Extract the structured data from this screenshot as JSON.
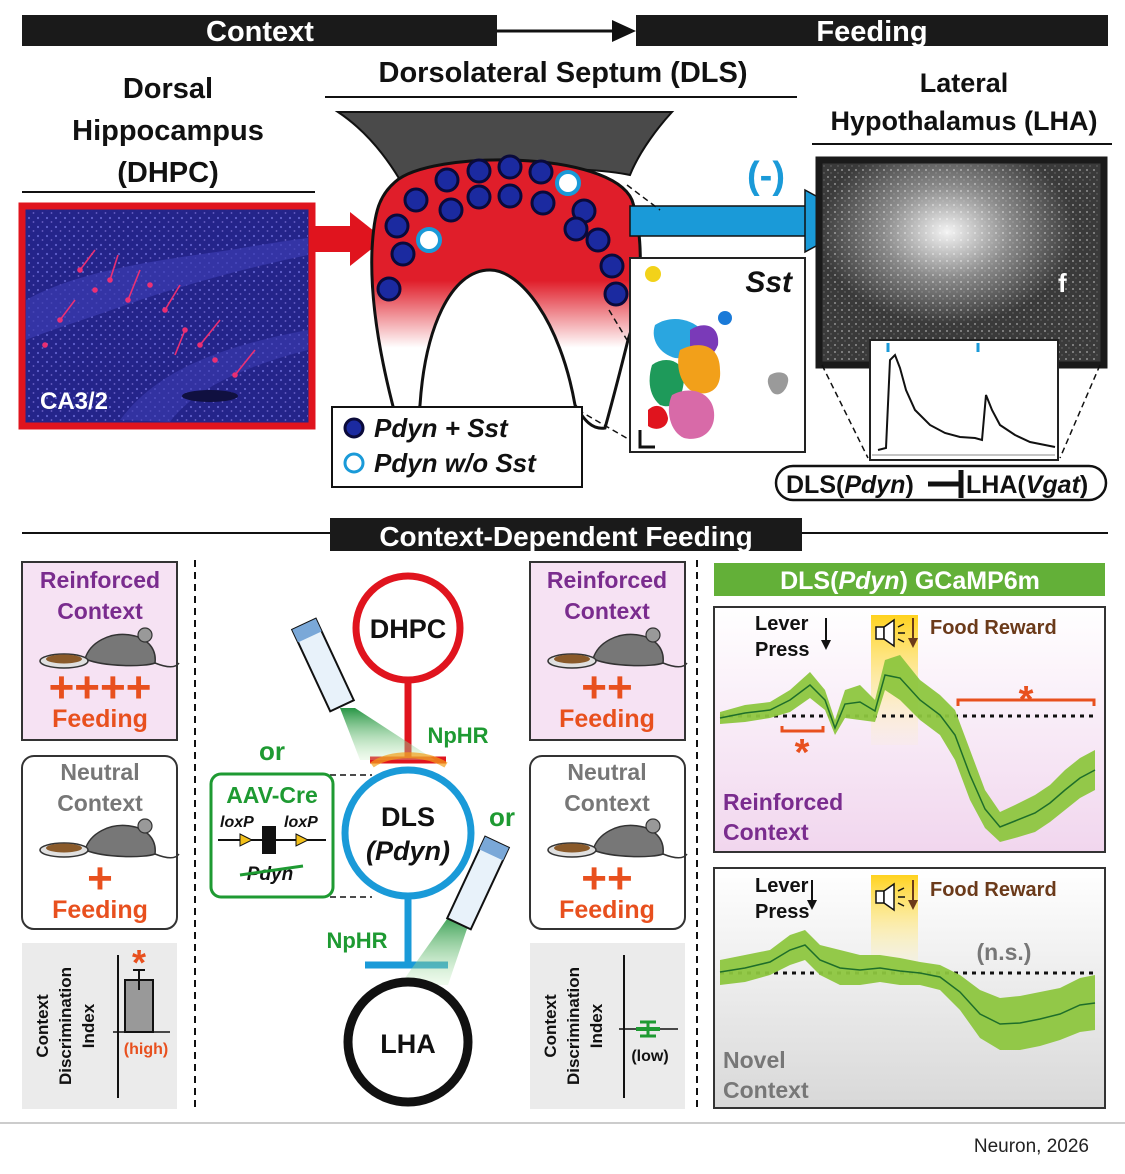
{
  "header": {
    "left_label": "Context",
    "right_label": "Feeding"
  },
  "regions": {
    "dhpc_title": [
      "Dorsal",
      "Hippocampus",
      "(DHPC)"
    ],
    "dls_title": "Dorsolateral Septum (DLS)",
    "lha_title": [
      "Lateral",
      "Hypothalamus (LHA)"
    ]
  },
  "top_panel": {
    "ca_label": "CA3/2",
    "inhibition_sign": "(-)",
    "sst_label": "Sst",
    "lha_image_label": "f",
    "legend_pdyn_sst": "Pdyn + Sst",
    "legend_pdyn_wo_sst": "Pdyn w/o Sst",
    "circuit_label_parts": [
      "DLS(",
      "Pdyn",
      ")",
      "LHA(",
      "Vgat",
      ")"
    ]
  },
  "section2_title": "Context-Dependent Feeding",
  "left_column": {
    "reinforced": [
      "Reinforced",
      "Context"
    ],
    "reinforced_plus": "++++",
    "feeding": "Feeding",
    "neutral": [
      "Neutral",
      "Context"
    ],
    "neutral_plus": "+",
    "index_label": [
      "Context",
      "Discrimination",
      "Index"
    ],
    "star": "*",
    "high": "(high)"
  },
  "middle_column": {
    "dhpc": "DHPC",
    "dls": "DLS",
    "pdyn": "(Pdyn)",
    "lha": "LHA",
    "nphr_top": "NpHR",
    "nphr_bottom": "NpHR",
    "or_left": "or",
    "or_right": "or",
    "aav": "AAV-Cre",
    "loxp_left": "loxP",
    "loxp_right": "loxP",
    "pdyn_gene": "Pdyn"
  },
  "right_column": {
    "reinforced": [
      "Reinforced",
      "Context"
    ],
    "reinforced_plus": "++",
    "feeding": "Feeding",
    "neutral": [
      "Neutral",
      "Context"
    ],
    "neutral_plus": "++",
    "index_label": [
      "Context",
      "Discrimination",
      "Index"
    ],
    "low": "(low)"
  },
  "traces": {
    "title_parts": [
      "DLS(",
      "Pdyn",
      ") GCaMP6m"
    ],
    "lever": [
      "Lever",
      "Press"
    ],
    "food_reward": "Food Reward",
    "reinforced_context": [
      "Reinforced",
      "Context"
    ],
    "novel_context": [
      "Novel",
      "Context"
    ],
    "star": "*",
    "ns": "(n.s.)"
  },
  "citation": "Neuron, 2026",
  "colors": {
    "dhpc_red": "#e0141e",
    "dls_blue": "#1a9ad8",
    "green": "#1e9a32",
    "orange": "#e8501e",
    "purple": "#7a2c8e",
    "trace_green": "#8dc63f"
  },
  "icons": [
    "mouse-icon",
    "food-dish-icon",
    "speaker-icon",
    "light-fiber-icon"
  ]
}
